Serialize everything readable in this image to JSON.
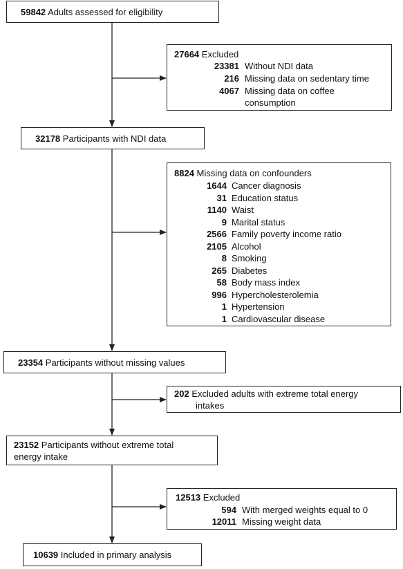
{
  "boxes": {
    "assessed": {
      "num": "59842",
      "text": "Adults assessed for eligibility"
    },
    "excluded1": {
      "num": "27664",
      "text": "Excluded",
      "items": [
        {
          "n": "23381",
          "t": "Without NDI data"
        },
        {
          "n": "216",
          "t": "Missing data on sedentary time"
        },
        {
          "n": "4067",
          "t": "Missing data on coffee"
        },
        {
          "n": "",
          "t": "consumption"
        }
      ]
    },
    "ndi": {
      "num": "32178",
      "text": "Participants with NDI data"
    },
    "confounders": {
      "num": "8824",
      "text": "Missing data on confounders",
      "items": [
        {
          "n": "1644",
          "t": "Cancer diagnosis"
        },
        {
          "n": "31",
          "t": "Education status"
        },
        {
          "n": "1140",
          "t": "Waist"
        },
        {
          "n": "9",
          "t": "Marital status"
        },
        {
          "n": "2566",
          "t": "Family poverty income ratio"
        },
        {
          "n": "2105",
          "t": "Alcohol"
        },
        {
          "n": "8",
          "t": "Smoking"
        },
        {
          "n": "265",
          "t": "Diabetes"
        },
        {
          "n": "58",
          "t": "Body mass index"
        },
        {
          "n": "996",
          "t": "Hypercholesterolemia"
        },
        {
          "n": "1",
          "t": "Hypertension"
        },
        {
          "n": "1",
          "t": "Cardiovascular disease"
        }
      ]
    },
    "no_missing": {
      "num": "23354",
      "text": "Participants without missing values"
    },
    "extreme_excl": {
      "num": "202",
      "text": "Excluded adults with extreme total energy",
      "text2": "intakes"
    },
    "no_extreme": {
      "num": "23152",
      "text": "Participants without extreme total",
      "text2": "energy intake"
    },
    "excluded3": {
      "num": "12513",
      "text": "Excluded",
      "items": [
        {
          "n": "594",
          "t": "With merged weights equal to 0"
        },
        {
          "n": "12011",
          "t": "Missing weight data"
        }
      ]
    },
    "primary": {
      "num": "10639",
      "text": "Included in primary analysis"
    }
  }
}
